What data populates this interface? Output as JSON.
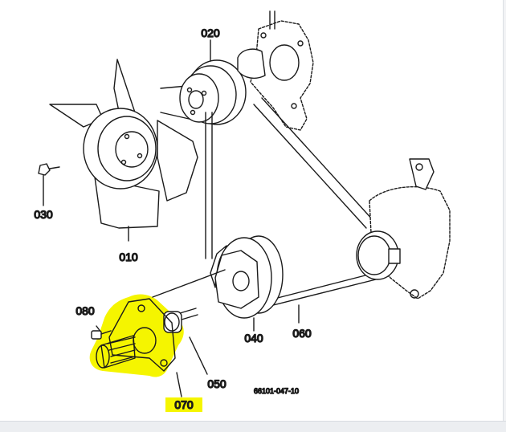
{
  "diagram": {
    "labels": {
      "p010": "010",
      "p020": "020",
      "p030": "030",
      "p040": "040",
      "p050": "050",
      "p060": "060",
      "p070": "070",
      "p080": "080"
    },
    "reference_code": "66101-047-10",
    "highlight_color": "#f5f500"
  }
}
